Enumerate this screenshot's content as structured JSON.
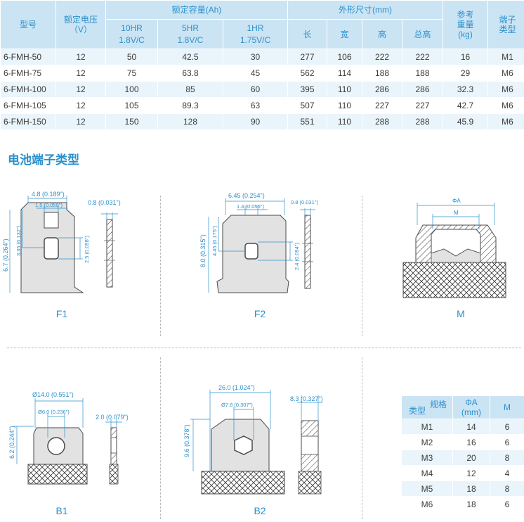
{
  "spec_table": {
    "headers": {
      "model": "型号",
      "rated_voltage": "额定电压",
      "rated_voltage_unit": "（V）",
      "capacity": "额定容量(Ah)",
      "dimensions": "外形尺寸(mm)",
      "weight_top": "参考",
      "weight_mid": "重量",
      "weight_unit": "(kg)",
      "terminal_top": "端子",
      "terminal_bottom": "类型",
      "hr10": "10HR",
      "hr10_v": "1.8V/C",
      "hr5": "5HR",
      "hr5_v": "1.8V/C",
      "hr1": "1HR",
      "hr1_v": "1.75V/C",
      "length": "长",
      "width": "宽",
      "height": "高",
      "total_height": "总高"
    },
    "rows": [
      {
        "model": "6-FMH-50",
        "voltage": "12",
        "c10": "50",
        "c5": "42.5",
        "c1": "30",
        "length": "277",
        "width": "106",
        "height": "222",
        "total": "222",
        "weight": "16",
        "terminal": "M1"
      },
      {
        "model": "6-FMH-75",
        "voltage": "12",
        "c10": "75",
        "c5": "63.8",
        "c1": "45",
        "length": "562",
        "width": "114",
        "height": "188",
        "total": "188",
        "weight": "29",
        "terminal": "M6"
      },
      {
        "model": "6-FMH-100",
        "voltage": "12",
        "c10": "100",
        "c5": "85",
        "c1": "60",
        "length": "395",
        "width": "110",
        "height": "286",
        "total": "286",
        "weight": "32.3",
        "terminal": "M6"
      },
      {
        "model": "6-FMH-105",
        "voltage": "12",
        "c10": "105",
        "c5": "89.3",
        "c1": "63",
        "length": "507",
        "width": "110",
        "height": "227",
        "total": "227",
        "weight": "42.7",
        "terminal": "M6"
      },
      {
        "model": "6-FMH-150",
        "voltage": "12",
        "c10": "150",
        "c5": "128",
        "c1": "90",
        "length": "551",
        "width": "110",
        "height": "288",
        "total": "288",
        "weight": "45.9",
        "terminal": "M6"
      }
    ]
  },
  "section_title": "电池端子类型",
  "diagrams": {
    "f1": {
      "label": "F1",
      "dim_width": "4.8 (0.189\")",
      "dim_slot": "1.5 (0.059\")",
      "dim_height": "6.7 (0.264\")",
      "dim_hole_pos": "3.35 (0.132\")",
      "dim_hole_h": "2.5 (0.098\")",
      "dim_thick": "0.8 (0.031\")"
    },
    "f2": {
      "label": "F2",
      "dim_width": "6.45 (0.254\")",
      "dim_slot": "1.4 (0.055\")",
      "dim_height": "8.0 (0.315\")",
      "dim_hole_pos": "4.45 (0.175\")",
      "dim_hole_h": "2.4 (0.094\")",
      "dim_thick": "0.8 (0.031\")"
    },
    "m": {
      "label": "M",
      "dim_outer": "ΦA",
      "dim_inner": "M"
    },
    "b1": {
      "label": "B1",
      "dim_width": "Ø14.0 (0.551\")",
      "dim_hole": "Ø6.0 (0.236\")",
      "dim_height": "6.2 (0.244\")",
      "dim_thick": "2.0 (0.079\")"
    },
    "b2": {
      "label": "B2",
      "dim_width": "26.0 (1.024\")",
      "dim_hole": "Ø7.8 (0.307\")",
      "dim_height": "9.6 (0.378\")",
      "dim_thick": "8.3 (0.327\")"
    }
  },
  "size_table": {
    "corner_top": "规格",
    "corner_bottom": "类型",
    "col_a": "ΦA",
    "col_a_unit": "(mm)",
    "col_m": "M",
    "rows": [
      {
        "type": "M1",
        "a": "14",
        "m": "6"
      },
      {
        "type": "M2",
        "a": "16",
        "m": "6"
      },
      {
        "type": "M3",
        "a": "20",
        "m": "8"
      },
      {
        "type": "M4",
        "a": "12",
        "m": "4"
      },
      {
        "type": "M5",
        "a": "18",
        "m": "8"
      },
      {
        "type": "M6",
        "a": "18",
        "m": "6"
      }
    ]
  },
  "colors": {
    "accent": "#2d90cc",
    "header_bg": "#cbe4f4",
    "row_alt_bg": "#eaf4fb",
    "part_fill": "#e0e0e0",
    "outline": "#4a4a4a"
  }
}
